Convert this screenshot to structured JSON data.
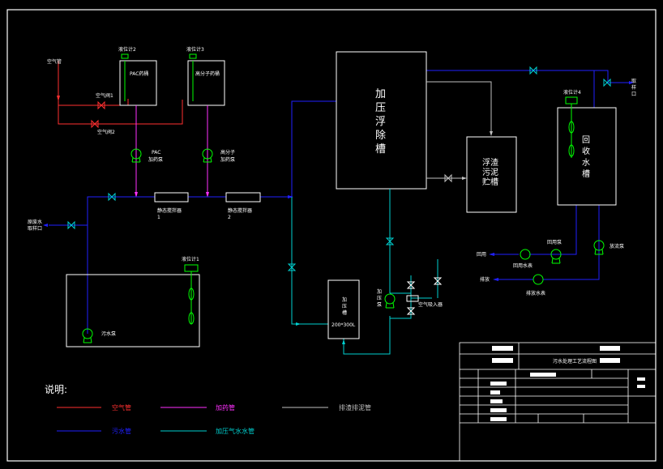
{
  "colors": {
    "air": "#ff3030",
    "dosing": "#ff30ff",
    "sewage": "#2020ff",
    "sludge": "#c0c0c0",
    "pressurized_water": "#00d0d0",
    "equipment": "#ffffff",
    "valve": "#ffffff",
    "pump": "#00ff00"
  },
  "labels": {
    "air_pipe_inlet": "空气管",
    "air_valve_1": "空气阀1",
    "air_valve_2": "空气阀2",
    "level_meter_2": "液位计2",
    "level_meter_3": "液位计3",
    "level_meter_1": "液位计1",
    "level_meter_4": "液位计4",
    "pac_tank": "PAC药桶",
    "polymer_tank": "高分子药桶",
    "pac_pump": "PAC\n加药泵",
    "polymer_pump": "高分子\n加药泵",
    "static_mixer_1": "静态搅拌器\n1",
    "static_mixer_2": "静态搅拌器\n2",
    "raw_water_sample": "原废水\n取样口",
    "sewage_pump": "污水泵",
    "daf_tank": "加\n压\n浮\n除\n槽",
    "scum_tank": "浮渣\n污泥\n贮槽",
    "recycle_tank": "回\n收\n水\n槽",
    "sample_port": "取\n样\n口",
    "pressure_tank": "加\n压\n槽",
    "pressure_tank_size": "200*300L",
    "pressure_pump": "加\n压\n泵",
    "air_injector": "空气吸入器",
    "reuse": "回用",
    "reuse_pump": "回用泵",
    "reuse_meter": "回用水表",
    "discharge": "排放",
    "discharge_pump": "放流泵",
    "discharge_meter": "排放水表",
    "title_block_name": "污水处理工艺流程图"
  },
  "legend": {
    "title": "说明:",
    "items": [
      {
        "label": "空气管",
        "color": "#ff3030"
      },
      {
        "label": "加药管",
        "color": "#ff30ff"
      },
      {
        "label": "排渣排泥管",
        "color": "#c0c0c0"
      },
      {
        "label": "污水管",
        "color": "#2020ff"
      },
      {
        "label": "加压气水水管",
        "color": "#00d0d0"
      }
    ]
  }
}
